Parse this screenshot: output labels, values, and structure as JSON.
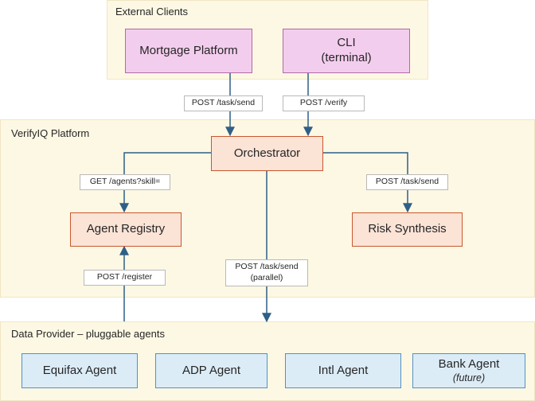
{
  "zones": {
    "external": {
      "title": "External Clients"
    },
    "platform": {
      "title": "VerifyIQ Platform"
    },
    "providers": {
      "title": "Data Provider – pluggable agents"
    }
  },
  "nodes": {
    "mortgage_platform": "Mortgage Platform",
    "cli": {
      "line1": "CLI",
      "line2": "(terminal)"
    },
    "orchestrator": "Orchestrator",
    "agent_registry": "Agent Registry",
    "risk_synthesis": "Risk Synthesis",
    "equifax_agent": "Equifax Agent",
    "adp_agent": "ADP Agent",
    "intl_agent": "Intl Agent",
    "bank_agent": {
      "line1": "Bank Agent",
      "line2": "(future)"
    }
  },
  "edges": {
    "mortgage_to_orchestrator": "POST /task/send",
    "cli_to_orchestrator": "POST /verify",
    "orchestrator_to_registry": "GET /agents?skill=",
    "orchestrator_to_risk": "POST /task/send",
    "orchestrator_to_providers": {
      "line1": "POST /task/send",
      "line2": "(parallel)"
    },
    "providers_to_registry": "POST /register"
  },
  "colors": {
    "wire": "#2f5f87",
    "zone_fill": "#fdf8e4",
    "client_fill": "#f3cdee",
    "core_fill": "#fbe3d6",
    "agent_fill": "#dcecf7"
  }
}
